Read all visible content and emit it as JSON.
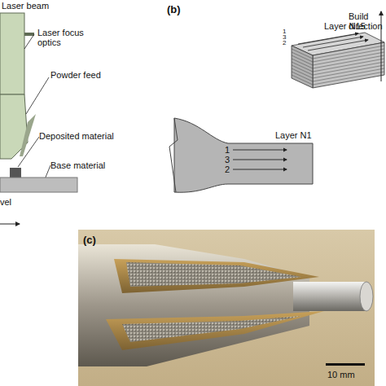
{
  "diagram": {
    "labels": [
      "Laser beam",
      "(b)",
      "Laser focus optics",
      "Build direction",
      "1",
      "3",
      "2",
      "Layer N15",
      "Powder feed",
      "Layer N1",
      "1",
      "3",
      "2",
      "Deposited material",
      "Base material",
      "vel",
      "(c)",
      "10 mm"
    ]
  }
}
